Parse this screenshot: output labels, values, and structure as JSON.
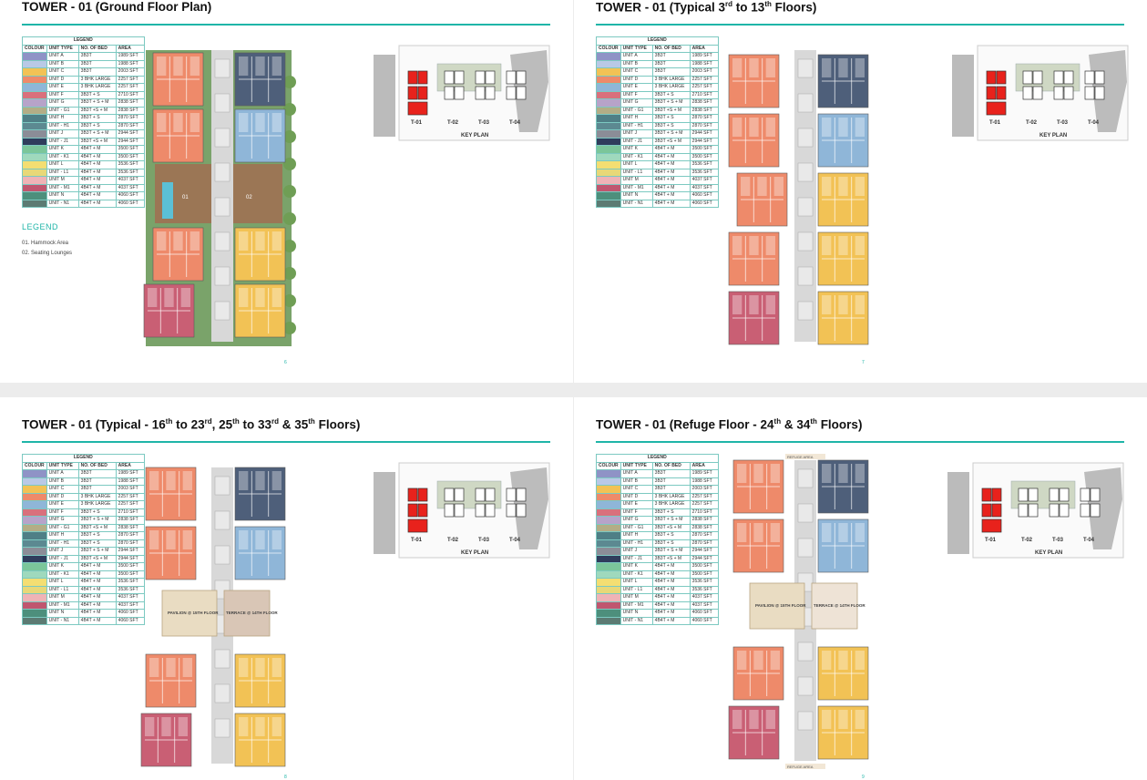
{
  "colors": {
    "accent": "#1fb5a8"
  },
  "legend_table": {
    "header": "LEGEND",
    "columns": [
      "COLOUR",
      "UNIT TYPE",
      "NO. OF BED",
      "AREA"
    ],
    "rows": [
      {
        "color": "#8f93c6",
        "unit": "UNIT A",
        "bed": "3B3T",
        "area": "1989 SFT"
      },
      {
        "color": "#b9c9e6",
        "unit": "UNIT B",
        "bed": "3B3T",
        "area": "1988 SFT"
      },
      {
        "color": "#f2c255",
        "unit": "UNIT C",
        "bed": "3B3T",
        "area": "2003 SFT"
      },
      {
        "color": "#ee8a6a",
        "unit": "UNIT D",
        "bed": "3 BHK LARGE",
        "area": "2257 SFT"
      },
      {
        "color": "#8fb6d8",
        "unit": "UNIT E",
        "bed": "3 BHK LARGE",
        "area": "2257 SFT"
      },
      {
        "color": "#d9707c",
        "unit": "UNIT F",
        "bed": "3B3T + S",
        "area": "2710 SFT"
      },
      {
        "color": "#b7a3c9",
        "unit": "UNIT G",
        "bed": "3B3T + S + M",
        "area": "2838 SFT"
      },
      {
        "color": "#b3ad86",
        "unit": "UNIT - G1",
        "bed": "3B3T +S + M",
        "area": "2838 SFT"
      },
      {
        "color": "#4f7f86",
        "unit": "UNIT H",
        "bed": "3B3T + S",
        "area": "2870 SFT"
      },
      {
        "color": "#5c8991",
        "unit": "UNIT - H1",
        "bed": "3B3T + S",
        "area": "2870 SFT"
      },
      {
        "color": "#8b8d97",
        "unit": "UNIT J",
        "bed": "3B3T + S + M",
        "area": "2944 SFT"
      },
      {
        "color": "#2f3d5c",
        "unit": "UNIT - J1",
        "bed": "3B3T +S + M",
        "area": "2944 SFT"
      },
      {
        "color": "#7bc69a",
        "unit": "UNIT K",
        "bed": "4B4T + M",
        "area": "3500 SFT"
      },
      {
        "color": "#9fd9bd",
        "unit": "UNIT - K1",
        "bed": "4B4T + M",
        "area": "3500 SFT"
      },
      {
        "color": "#f4de72",
        "unit": "UNIT L",
        "bed": "4B4T + M",
        "area": "3536 SFT"
      },
      {
        "color": "#e8d878",
        "unit": "UNIT - L1",
        "bed": "4B4T + M",
        "area": "3536 SFT"
      },
      {
        "color": "#efb3b6",
        "unit": "UNIT M",
        "bed": "4B4T + M",
        "area": "4037 SFT"
      },
      {
        "color": "#c0566f",
        "unit": "UNIT - M1",
        "bed": "4B4T + M",
        "area": "4037 SFT"
      },
      {
        "color": "#4d8f7c",
        "unit": "UNIT N",
        "bed": "4B4T + M",
        "area": "4060 SFT"
      },
      {
        "color": "#5c7b73",
        "unit": "UNIT - N1",
        "bed": "4B4T + M",
        "area": "4060 SFT"
      }
    ]
  },
  "pages": [
    {
      "title_main": "TOWER - 01 (Ground Floor Plan)",
      "page_no": "6",
      "legend_heading": "LEGEND",
      "legend_items": [
        "01.  Hammock Area",
        "02.  Seating Lounges"
      ],
      "labels": [
        "01",
        "02"
      ]
    },
    {
      "title_prefix": "TOWER - 01 (Typical 3",
      "sup1": "rd",
      "mid1": " to 13",
      "sup2": "th",
      "suffix": " Floors)",
      "page_no": "7"
    },
    {
      "title_prefix": "TOWER - 01 (Typical - 16",
      "sup1": "th",
      "mid1": " to 23",
      "sup2": "rd",
      "mid2": ", 25",
      "sup3": "th",
      "mid3": " to 33",
      "sup4": "rd",
      "mid4": " & 35",
      "sup5": "th",
      "suffix": " Floors)",
      "page_no": "8",
      "pavilion": "PAVILION @ 15TH FLOOR",
      "terrace": "TERRACE @ 14TH FLOOR"
    },
    {
      "title_prefix": "TOWER - 01 (Refuge Floor - 24",
      "sup1": "th",
      "mid1": " & 34",
      "sup2": "th",
      "suffix": " Floors)",
      "page_no": "9",
      "pavilion": "PAVILION @ 15TH FLOOR",
      "terrace": "TERRACE @ 14TH FLOOR",
      "refuge": "REFUGE AREA"
    }
  ],
  "keyplan": {
    "title": "KEY PLAN",
    "towers": [
      "T-01",
      "T-02",
      "T-03",
      "T-04"
    ]
  }
}
